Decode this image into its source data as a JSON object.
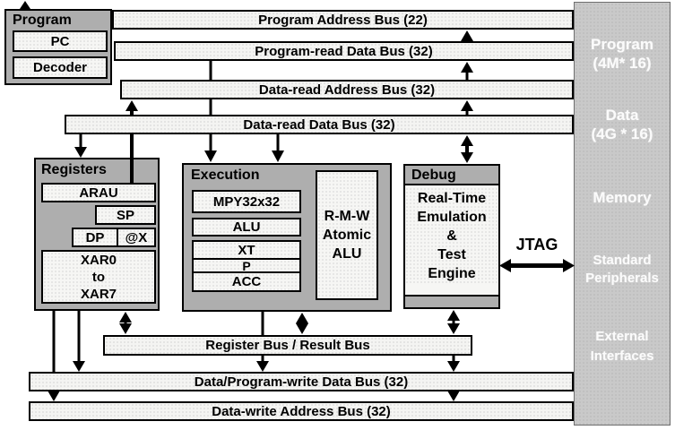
{
  "program_unit": {
    "title": "Program",
    "pc": "PC",
    "decoder": "Decoder"
  },
  "buses": {
    "program_address": "Program Address Bus (22)",
    "program_read_data": "Program-read Data Bus (32)",
    "data_read_address": "Data-read Address Bus (32)",
    "data_read_data": "Data-read Data Bus (32)",
    "register_result": "Register Bus / Result Bus",
    "data_program_write": "Data/Program-write Data Bus (32)",
    "data_write_address": "Data-write Address Bus (32)"
  },
  "registers_unit": {
    "title": "Registers",
    "arau": "ARAU",
    "sp": "SP",
    "dp": "DP",
    "atx": "@X",
    "xar_lines": [
      "XAR0",
      "to",
      "XAR7"
    ]
  },
  "execution_unit": {
    "title": "Execution",
    "mpy": "MPY32x32",
    "alu": "ALU",
    "xt": "XT",
    "p": "P",
    "acc": "ACC",
    "rmw_lines": [
      "R-M-W",
      "Atomic",
      "ALU"
    ]
  },
  "debug_unit": {
    "title": "Debug",
    "body_lines": [
      "Real-Time",
      "Emulation",
      "&",
      "Test",
      "Engine"
    ]
  },
  "jtag_label": "JTAG",
  "memory_panel": {
    "sections": [
      {
        "lines": [
          "Program",
          "(4M* 16)"
        ]
      },
      {
        "lines": [
          "Data",
          "(4G * 16)"
        ]
      },
      {
        "lines": [
          "Memory"
        ]
      },
      {
        "lines": [
          "Standard",
          "Peripherals"
        ]
      },
      {
        "lines": [
          "External",
          "Interfaces"
        ]
      }
    ]
  },
  "colors": {
    "box_gray": "#aeaeae",
    "bus_fill": "#f4f4f2",
    "panel_gray": "#c9c9c9",
    "line_black": "#000000",
    "panel_text": "#fbfbfb"
  }
}
